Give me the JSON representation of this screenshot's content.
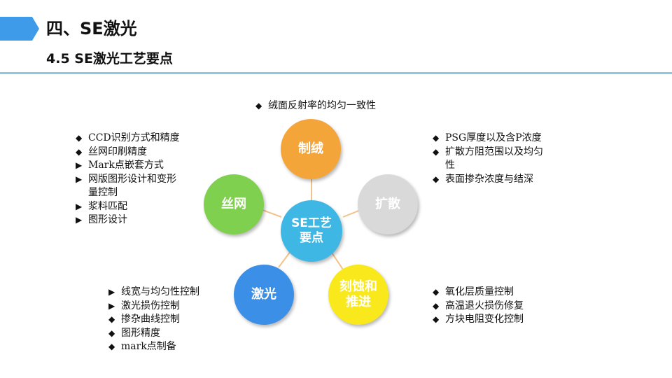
{
  "header": {
    "title": "四、SE激光",
    "subtitle": "4.5 SE激光工艺要点"
  },
  "diagram": {
    "center": {
      "line1": "SE工艺",
      "line2": "要点",
      "color": "#3fb7e4"
    },
    "nodes": [
      {
        "label": "制绒",
        "color": "#f4a53a"
      },
      {
        "label": "扩散",
        "color": "#d9d9d9"
      },
      {
        "label": "刻蚀和",
        "label2": "推进",
        "color": "#f8e81c"
      },
      {
        "label": "激光",
        "color": "#3c8fe6"
      },
      {
        "label": "丝网",
        "color": "#7fd04e"
      }
    ],
    "lists": {
      "top": [
        {
          "bullet": "◆",
          "text": "绒面反射率的均匀一致性"
        }
      ],
      "diffusion": [
        {
          "bullet": "◆",
          "text": "PSG厚度以及含P浓度"
        },
        {
          "bullet": "◆",
          "text": "扩散方阻范围以及均匀"
        },
        {
          "bullet": "",
          "text": "性"
        },
        {
          "bullet": "◆",
          "text": "表面掺杂浓度与结深"
        }
      ],
      "screen": [
        {
          "bullet": "◆",
          "text": "CCD识别方式和精度"
        },
        {
          "bullet": "◆",
          "text": "丝网印刷精度"
        },
        {
          "bullet": "▶",
          "text": "Mark点嵌套方式"
        },
        {
          "bullet": "▶",
          "text": "网版图形设计和变形"
        },
        {
          "bullet": "",
          "text": "量控制"
        },
        {
          "bullet": "▶",
          "text": "浆料匹配"
        },
        {
          "bullet": "▶",
          "text": "图形设计"
        }
      ],
      "laser": [
        {
          "bullet": "▶",
          "text": "线宽与均匀性控制"
        },
        {
          "bullet": "▶",
          "text": "激光损伤控制"
        },
        {
          "bullet": "◆",
          "text": "掺杂曲线控制"
        },
        {
          "bullet": "◆",
          "text": "图形精度"
        },
        {
          "bullet": "◆",
          "text": "mark点制备"
        }
      ],
      "etch": [
        {
          "bullet": "◆",
          "text": "氧化层质量控制"
        },
        {
          "bullet": "◆",
          "text": "高温退火损伤修复"
        },
        {
          "bullet": "◆",
          "text": "方块电阻变化控制"
        }
      ]
    }
  }
}
